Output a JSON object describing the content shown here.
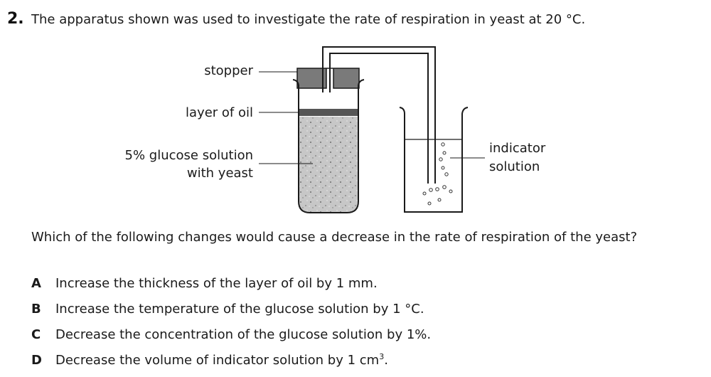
{
  "question": {
    "number": "2.",
    "intro": "The apparatus shown was used to investigate the rate of respiration in yeast at 20 °C.",
    "prompt": "Which of the following changes would cause a decrease in the rate of respiration of the yeast?"
  },
  "diagram": {
    "labels": {
      "stopper": "stopper",
      "oil": "layer of oil",
      "glucose_line1": "5% glucose solution",
      "glucose_line2": "with yeast",
      "indicator_line1": "indicator",
      "indicator_line2": "solution"
    },
    "colors": {
      "stopper": "#7a7a7a",
      "oil": "#555555",
      "solution": "#c7c7c7",
      "outline": "#1a1a1a"
    }
  },
  "options": [
    {
      "letter": "A",
      "text": "Increase the thickness of the layer of oil by 1 mm."
    },
    {
      "letter": "B",
      "text": "Increase the temperature of the glucose solution by 1 °C."
    },
    {
      "letter": "C",
      "text": "Decrease the concentration of the glucose solution by 1%."
    },
    {
      "letter": "D",
      "text": "Decrease the volume of indicator solution by 1 cm",
      "sup": "3",
      "suffix": "."
    }
  ]
}
